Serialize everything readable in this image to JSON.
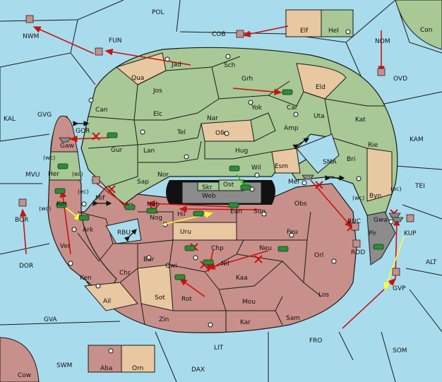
{
  "colors": {
    "sea": "#a8dcec",
    "green": "#a8c896",
    "red": "#c8908a",
    "tan": "#e8c8a0",
    "gray": "#8c8c8c",
    "line": "#1a1a1a",
    "order_red": "#cc1111",
    "order_yellow": "#ffff33",
    "order_green": "#22bb22"
  },
  "sea_labels": [
    "POL",
    "FUN",
    "COB",
    "NWM",
    "NOM",
    "OVD",
    "Con",
    "KAL",
    "GVG",
    "KAM",
    "SMA",
    "MVU",
    "TEI",
    "BOR",
    "DOR",
    "ALT",
    "RBU",
    "ROD",
    "GVA",
    "FRO",
    "SOM",
    "LIT",
    "SWM",
    "DAX",
    "Cow",
    "Elf",
    "Hel"
  ],
  "land_labels": [
    "Jad",
    "Sch",
    "Qua",
    "Jos",
    "Grh",
    "Eld",
    "Can",
    "Elc",
    "Nar",
    "Yok",
    "Car",
    "Uta",
    "Kat",
    "Tel",
    "Olk",
    "Amp",
    "Gur",
    "Lan",
    "Hug",
    "Rie",
    "Bri",
    "Nor",
    "Wil",
    "Esm",
    "Skr",
    "Ost",
    "Web",
    "Sap",
    "Mel",
    "Byn",
    "Nab",
    "Eun",
    "Sun",
    "Obs",
    "Hil",
    "Nog",
    "Uru",
    "Feu",
    "Gwa",
    "Pir",
    "Chp",
    "Neu",
    "Orl",
    "Bar",
    "Qwi",
    "Nil",
    "Kaa",
    "Ken",
    "Chr",
    "Sot",
    "Rot",
    "Mou",
    "Los",
    "Ail",
    "Zin",
    "Kar",
    "Sam",
    "Aba",
    "Orn",
    "GOR",
    "Gaw",
    "Her",
    "Kor",
    "Ark",
    "Ver",
    "Mif",
    "BUC",
    "GVP",
    "KUP"
  ],
  "coast_tags": [
    "(wc)",
    "(ec)",
    "(ec)",
    "(wc)",
    "(wc)",
    "(ec)"
  ],
  "units": [
    {
      "kind": "fleet",
      "owner": "gray"
    },
    {
      "kind": "fleet",
      "owner": "gray"
    },
    {
      "kind": "fleet",
      "owner": "gray"
    },
    {
      "kind": "fleet",
      "owner": "red"
    },
    {
      "kind": "fleet",
      "owner": "red"
    },
    {
      "kind": "fleet",
      "owner": "red"
    },
    {
      "kind": "fleet",
      "owner": "red"
    },
    {
      "kind": "fleet",
      "owner": "red"
    },
    {
      "kind": "army",
      "owner": "green"
    },
    {
      "kind": "army",
      "owner": "green"
    },
    {
      "kind": "army",
      "owner": "green"
    }
  ]
}
